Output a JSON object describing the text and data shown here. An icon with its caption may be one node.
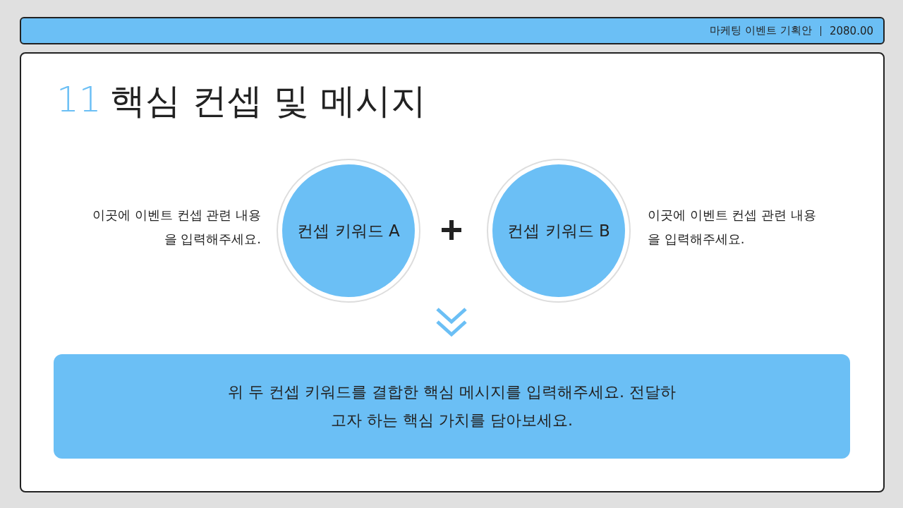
{
  "diagram": {
    "title": "핵심 컨셉 및 메시지",
    "nodes": [
      {
        "text": [
          "컨셉 키워드 A"
        ],
        "beside": [
          "이곳에 이벤트 컨셉 관련 내용을 입력해주세요."
        ]
      },
      {
        "text": [
          "컨셉 키워드 B"
        ],
        "beside": [
          "이곳에 이벤트 컨셉 관련 내용을 입력해주세요."
        ]
      },
      {
        "text": [
          "위 두 컨셉 키워드를 결합한 핵심 메시지를 입력해주세요. 전달하고자 하는 핵심 가치를 담아보세요."
        ]
      }
    ],
    "edges": [],
    "labels": [
      "마케팅 이벤트 기획안",
      "2080.00",
      "11"
    ]
  }
}
